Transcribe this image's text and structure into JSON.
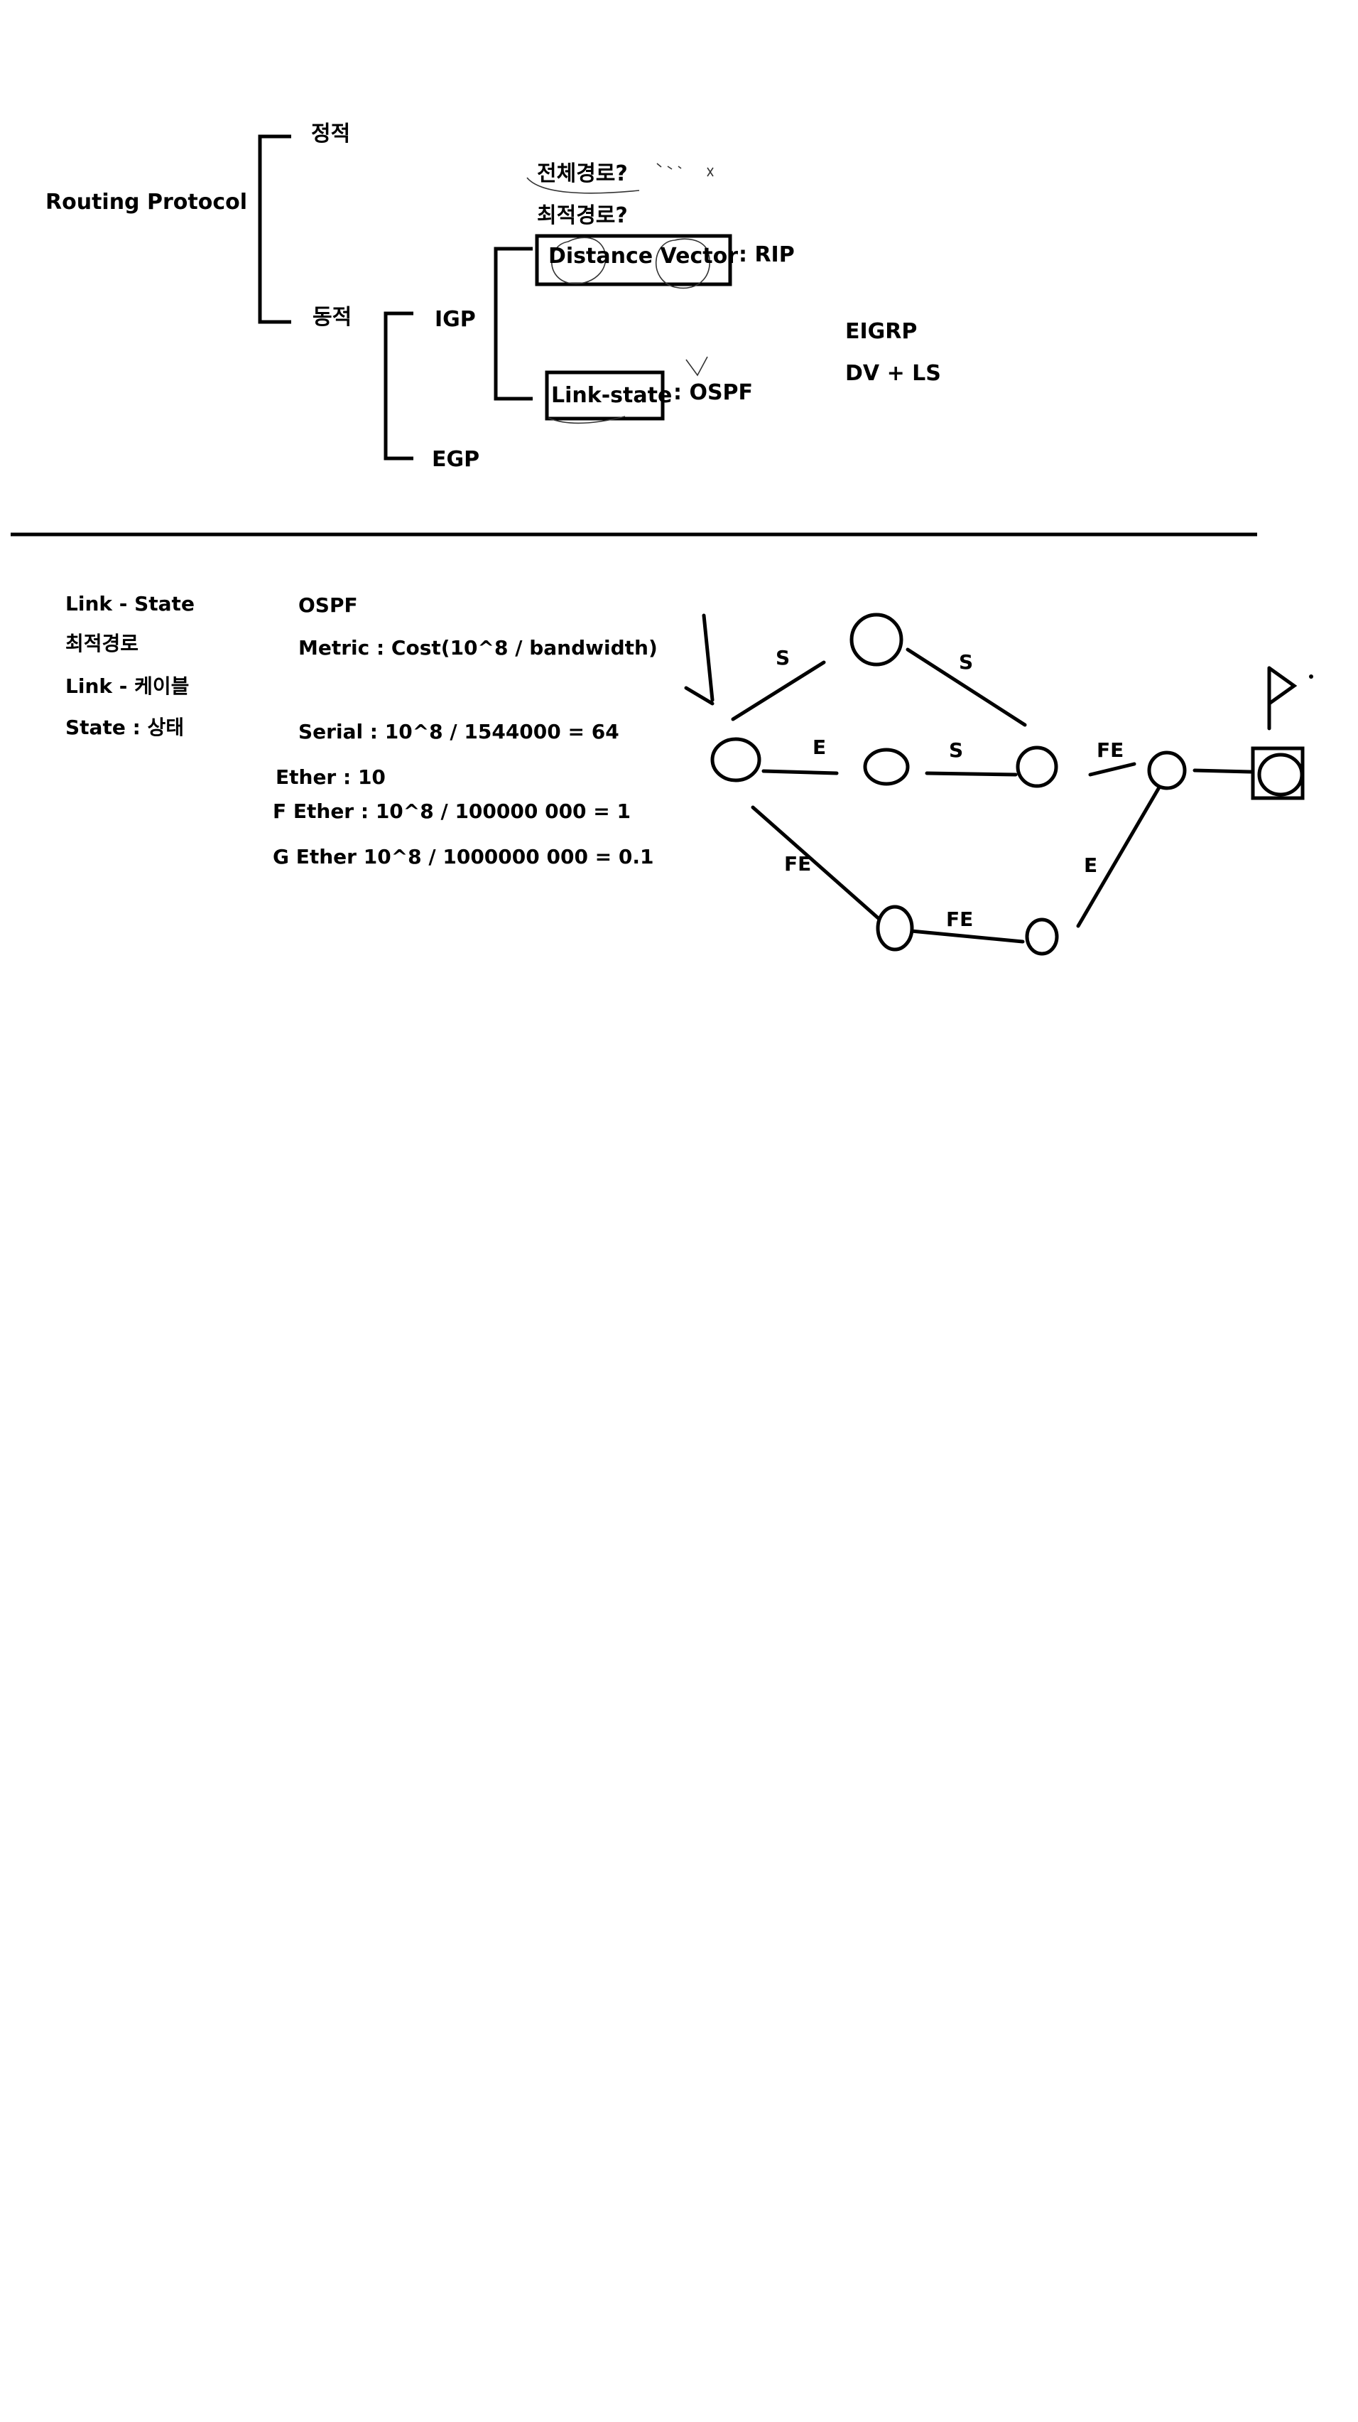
{
  "taxonomy": {
    "root": "Routing Protocol",
    "static": "정적",
    "dynamic": "동적",
    "igp": "IGP",
    "egp": "EGP",
    "question_all_paths": "전체경로?",
    "question_best_path": "최적경로?",
    "distance_vector": "Distance Vector",
    "dv_example": ": RIP",
    "link_state": "Link-state",
    "ls_example": ": OSPF",
    "hybrid_name": "EIGRP",
    "hybrid_desc": "DV + LS"
  },
  "notes": {
    "link_state_title": "Link - State",
    "best_path": "최적경로",
    "link_meaning": "Link - 케이블",
    "state_meaning": "State : 상태"
  },
  "ospf": {
    "title": "OSPF",
    "metric": "Metric : Cost(10^8 / bandwidth)",
    "serial": "Serial  : 10^8 / 1544000 = 64",
    "ether": "Ether : 10",
    "fast_ether": "F Ether : 10^8 /  100000 000 =   1",
    "gig_ether": "G Ether 10^8 / 1000000 000 = 0.1"
  },
  "topology": {
    "link_labels": {
      "top_left": "S",
      "top_right": "S",
      "mid_left": "E",
      "mid_right": "S",
      "right_upper": "FE",
      "bottom_left": "FE",
      "bottom_mid": "FE",
      "right_lower": "E"
    }
  },
  "colors": {
    "ink": "#000000",
    "background": "#ffffff"
  }
}
